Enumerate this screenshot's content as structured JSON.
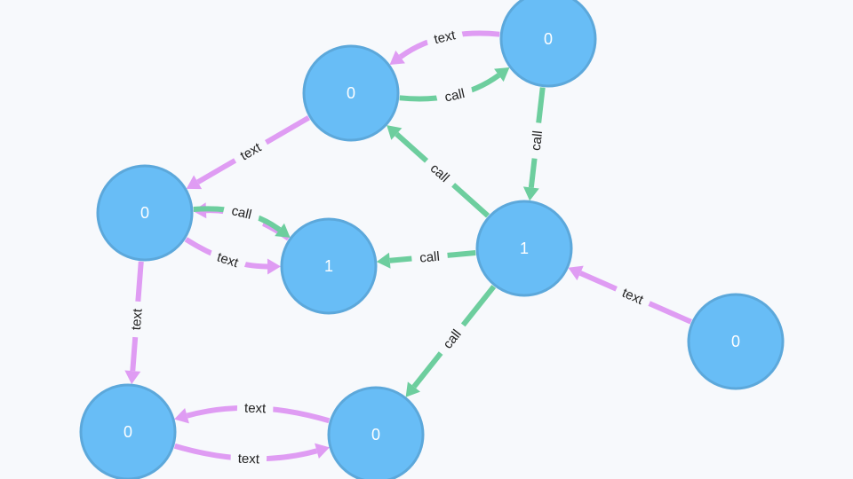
{
  "colors": {
    "node_fill": "#68bdf6",
    "node_stroke": "#5ca8db",
    "node_text": "#ffffff",
    "text_edge": "#df9cf3",
    "call_edge": "#6dce9e",
    "background": "#f7f9fc",
    "edge_label_text": "#222222"
  },
  "nodes": [
    {
      "id": "n1",
      "label": "0"
    },
    {
      "id": "n2",
      "label": "0"
    },
    {
      "id": "n3",
      "label": "0"
    },
    {
      "id": "n4",
      "label": "1"
    },
    {
      "id": "n5",
      "label": "1"
    },
    {
      "id": "n6",
      "label": "0"
    },
    {
      "id": "n7",
      "label": "0"
    },
    {
      "id": "n8",
      "label": "0"
    }
  ],
  "edges": [
    {
      "source": "n2",
      "target": "n1",
      "type": "text",
      "label": "text"
    },
    {
      "source": "n1",
      "target": "n2",
      "type": "call",
      "label": "call"
    },
    {
      "source": "n2",
      "target": "n5",
      "type": "call",
      "label": "call"
    },
    {
      "source": "n5",
      "target": "n1",
      "type": "call",
      "label": "call"
    },
    {
      "source": "n1",
      "target": "n3",
      "type": "text",
      "label": "text"
    },
    {
      "source": "n4",
      "target": "n3",
      "type": "text",
      "label": "text"
    },
    {
      "source": "n3",
      "target": "n4",
      "type": "text",
      "label": "text"
    },
    {
      "source": "n3",
      "target": "n4",
      "type": "call",
      "label": "call"
    },
    {
      "source": "n5",
      "target": "n4",
      "type": "call",
      "label": "call"
    },
    {
      "source": "n6",
      "target": "n5",
      "type": "text",
      "label": "text"
    },
    {
      "source": "n3",
      "target": "n7",
      "type": "text",
      "label": "text"
    },
    {
      "source": "n5",
      "target": "n8",
      "type": "call",
      "label": "call"
    },
    {
      "source": "n8",
      "target": "n7",
      "type": "text",
      "label": "text"
    },
    {
      "source": "n7",
      "target": "n8",
      "type": "text",
      "label": "text"
    }
  ]
}
